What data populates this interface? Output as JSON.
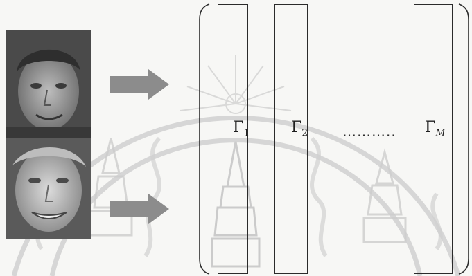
{
  "figure": {
    "feature_columns": [
      {
        "symbol": "Γ",
        "subscript": "1"
      },
      {
        "symbol": "Γ",
        "subscript": "2"
      },
      {
        "symbol": "Γ",
        "subscript": "M"
      }
    ],
    "ellipsis": "………..",
    "arrow_color": "#8c8c8c",
    "column_stroke_color": "#2b2b2b",
    "watermark_color": "#c8c8c8"
  },
  "icons": {
    "face_top": "face-photo-young-man",
    "face_bottom": "face-photo-woman",
    "arrow": "right-arrow-icon",
    "watermark": "university-seal-watermark"
  }
}
